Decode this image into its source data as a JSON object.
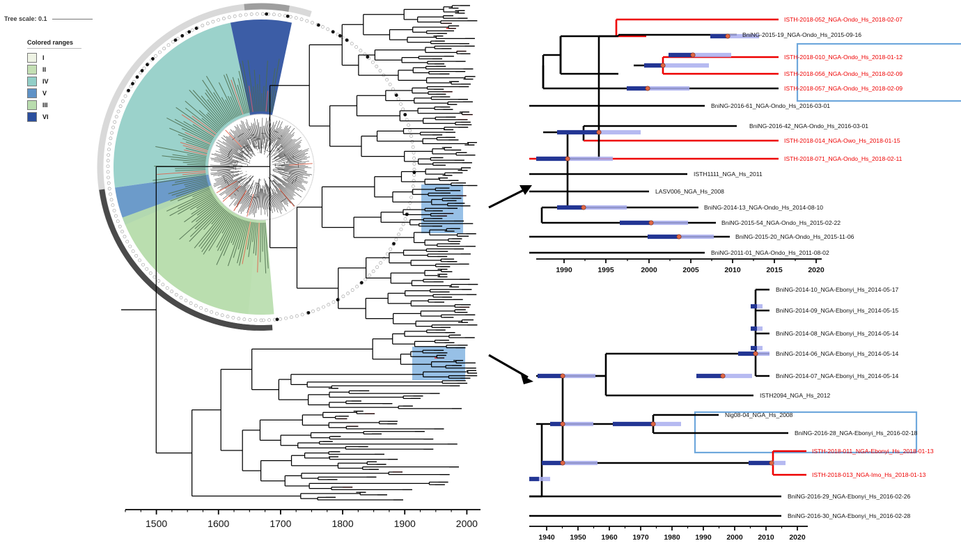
{
  "scale": {
    "label": "Tree scale: 0.1"
  },
  "legend": {
    "title": "Colored ranges",
    "items": [
      {
        "label": "I",
        "color": "#eef3e4"
      },
      {
        "label": "II",
        "color": "#c4dfb4"
      },
      {
        "label": "IV",
        "color": "#92cec7"
      },
      {
        "label": "V",
        "color": "#5f92c6"
      },
      {
        "label": "III",
        "color": "#b9ddae"
      },
      {
        "label": "VI",
        "color": "#2b4f9e"
      }
    ]
  },
  "main_tree": {
    "axis": {
      "ticks": [
        "1500",
        "1600",
        "1700",
        "1800",
        "1900",
        "2000"
      ],
      "range": [
        1450,
        2020
      ]
    },
    "highlight_color": "#6fa8dc",
    "branch_color": "#000000",
    "accent_red": "#ee0000"
  },
  "inset_top": {
    "axis": {
      "ticks": [
        "1990",
        "1995",
        "2000",
        "2005",
        "2010",
        "2015",
        "2020"
      ]
    },
    "box_color": "#6fa8dc",
    "tips": [
      {
        "label": "ISTH-2018-052_NGA-Ondo_Hs_2018-02-07",
        "red": true
      },
      {
        "label": "BniNG-2015-19_NGA-Ondo_Hs_2015-09-16",
        "red": false
      },
      {
        "label": "ISTH-2018-010_NGA-Ondo_Hs_2018-01-12",
        "red": true
      },
      {
        "label": "ISTH-2018-056_NGA-Ondo_Hs_2018-02-09",
        "red": true
      },
      {
        "label": "ISTH-2018-057_NGA-Ondo_Hs_2018-02-09",
        "red": true
      },
      {
        "label": "BniNG-2016-61_NGA-Ondo_Hs_2016-03-01",
        "red": false
      },
      {
        "label": "BniNG-2016-42_NGA-Ondo_Hs_2016-03-01",
        "red": false
      },
      {
        "label": "ISTH-2018-014_NGA-Owo_Hs_2018-01-15",
        "red": true
      },
      {
        "label": "ISTH-2018-071_NGA-Ondo_Hs_2018-02-11",
        "red": true
      },
      {
        "label": "ISTH1111_NGA_Hs_2011",
        "red": false
      },
      {
        "label": "LASV006_NGA_Hs_2008",
        "red": false
      },
      {
        "label": "BniNG-2014-13_NGA-Ondo_Hs_2014-08-10",
        "red": false
      },
      {
        "label": "BniNG-2015-54_NGA-Ondo_Hs_2015-02-22",
        "red": false
      },
      {
        "label": "BniNG-2015-20_NGA-Ondo_Hs_2015-11-06",
        "red": false
      },
      {
        "label": "BniNG-2011-01_NGA-Ondo_Hs_2011-08-02",
        "red": false
      }
    ]
  },
  "inset_bottom": {
    "axis": {
      "ticks": [
        "1940",
        "1950",
        "1960",
        "1970",
        "1980",
        "1990",
        "2000",
        "2010",
        "2020"
      ]
    },
    "box_color": "#6fa8dc",
    "tips": [
      {
        "label": "BniNG-2014-10_NGA-Ebonyi_Hs_2014-05-17",
        "red": false
      },
      {
        "label": "BniNG-2014-09_NGA-Ebonyi_Hs_2014-05-15",
        "red": false
      },
      {
        "label": "BniNG-2014-08_NGA-Ebonyi_Hs_2014-05-14",
        "red": false
      },
      {
        "label": "BniNG-2014-06_NGA-Ebonyi_Hs_2014-05-14",
        "red": false
      },
      {
        "label": "BniNG-2014-07_NGA-Ebonyi_Hs_2014-05-14",
        "red": false
      },
      {
        "label": "ISTH2094_NGA_Hs_2012",
        "red": false
      },
      {
        "label": "Nig08-04_NGA_Hs_2008",
        "red": false
      },
      {
        "label": "BniNG-2016-28_NGA-Ebonyi_Hs_2016-02-18",
        "red": false
      },
      {
        "label": "ISTH-2018-011_NGA-Ebonyi_Hs_2018-01-13",
        "red": true
      },
      {
        "label": "ISTH-2018-013_NGA-Imo_Hs_2018-01-13",
        "red": true
      },
      {
        "label": "BniNG-2016-29_NGA-Ebonyi_Hs_2016-02-26",
        "red": false
      },
      {
        "label": "BniNG-2016-30_NGA-Ebonyi_Hs_2016-02-28",
        "red": false
      }
    ]
  },
  "node_bar": {
    "dark": "#1c2f8f",
    "light": "#a9aeee",
    "node_dot": "#e06645"
  }
}
